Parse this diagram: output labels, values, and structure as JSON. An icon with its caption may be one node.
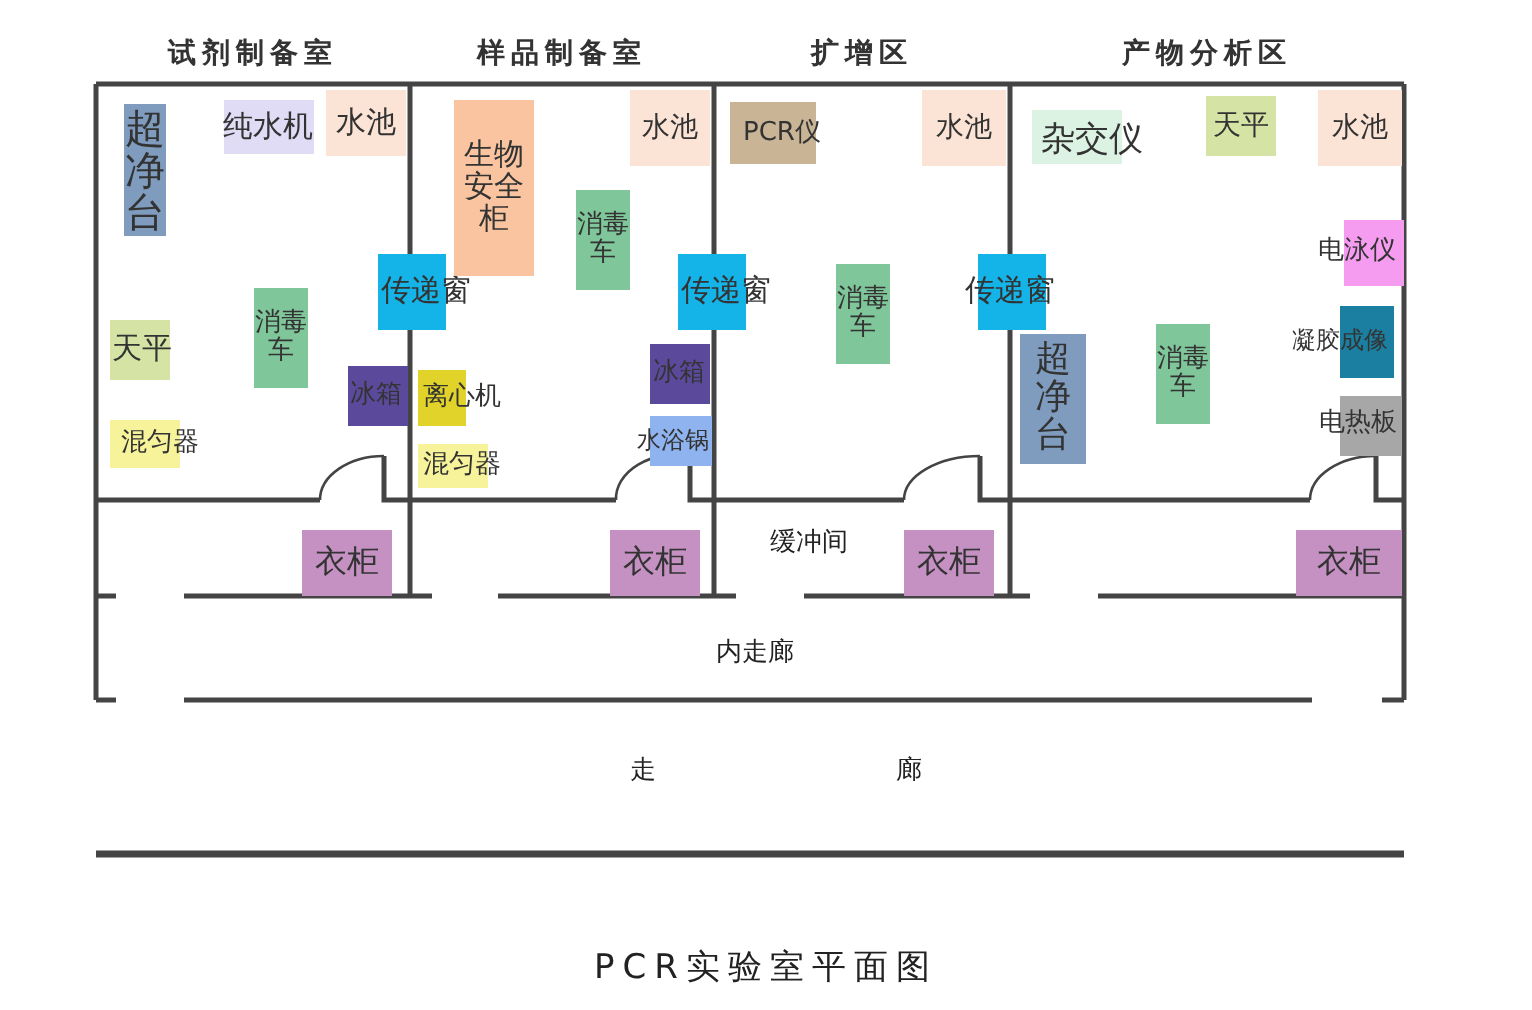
{
  "diagram": {
    "caption": "PCR实验室平面图",
    "nodes": [
      {
        "text": [
          "试剂制备室"
        ]
      },
      {
        "text": [
          "超净台"
        ],
        "in": 0
      },
      {
        "text": [
          "纯水机"
        ],
        "in": 0
      },
      {
        "text": [
          "水池"
        ],
        "in": 0
      },
      {
        "text": [
          "天平"
        ],
        "in": 0
      },
      {
        "text": [
          "消毒车"
        ],
        "in": 0
      },
      {
        "text": [
          "冰箱"
        ],
        "in": 0
      },
      {
        "text": [
          "混匀器"
        ],
        "in": 0
      },
      {
        "text": [
          "传递窗"
        ]
      },
      {
        "text": [
          "样品制备室"
        ]
      },
      {
        "text": [
          "生物安全柜"
        ],
        "in": 9
      },
      {
        "text": [
          "水池"
        ],
        "in": 9
      },
      {
        "text": [
          "消毒车"
        ],
        "in": 9
      },
      {
        "text": [
          "离心机"
        ],
        "in": 9
      },
      {
        "text": [
          "混匀器"
        ],
        "in": 9
      },
      {
        "text": [
          "冰箱"
        ],
        "in": 9
      },
      {
        "text": [
          "水浴锅"
        ],
        "in": 9
      },
      {
        "text": [
          "传递窗"
        ]
      },
      {
        "text": [
          "扩增区"
        ]
      },
      {
        "text": [
          "PCR仪"
        ],
        "in": 18
      },
      {
        "text": [
          "水池"
        ],
        "in": 18
      },
      {
        "text": [
          "消毒车"
        ],
        "in": 18
      },
      {
        "text": [
          "传递窗"
        ]
      },
      {
        "text": [
          "产物分析区"
        ]
      },
      {
        "text": [
          "杂交仪"
        ],
        "in": 23
      },
      {
        "text": [
          "天平"
        ],
        "in": 23
      },
      {
        "text": [
          "水池"
        ],
        "in": 23
      },
      {
        "text": [
          "超净台"
        ],
        "in": 23
      },
      {
        "text": [
          "消毒车"
        ],
        "in": 23
      },
      {
        "text": [
          "电泳仪"
        ],
        "in": 23
      },
      {
        "text": [
          "凝胶成像"
        ],
        "in": 23
      },
      {
        "text": [
          "电热板"
        ],
        "in": 23
      },
      {
        "text": [
          "衣柜"
        ]
      },
      {
        "text": [
          "衣柜"
        ]
      },
      {
        "text": [
          "衣柜"
        ]
      },
      {
        "text": [
          "衣柜"
        ]
      }
    ],
    "labels": [
      "缓冲间",
      "内走廊",
      "走",
      "廊"
    ]
  }
}
